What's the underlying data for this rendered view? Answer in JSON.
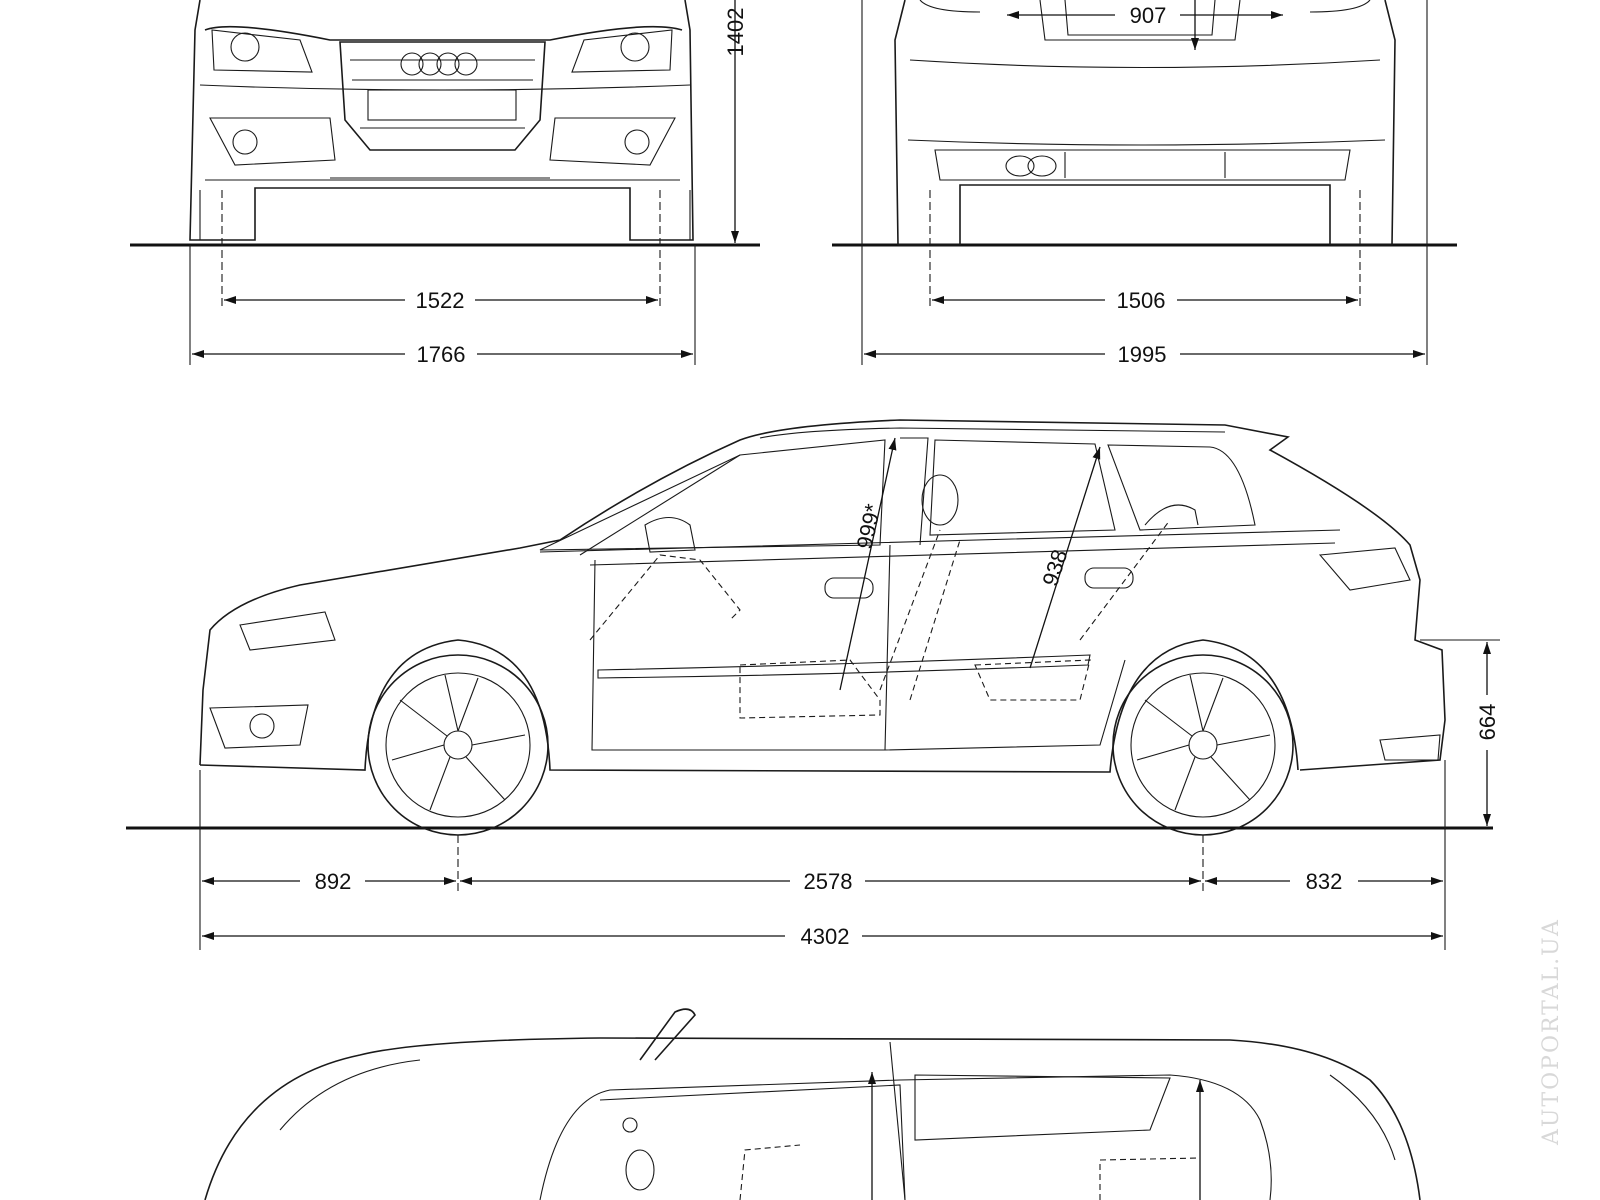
{
  "drawing": {
    "front_view": {
      "height": "1402",
      "front_track": "1522",
      "width": "1766"
    },
    "rear_view": {
      "rear_window_width": "907",
      "rear_track": "1506",
      "width_with_mirrors": "1995"
    },
    "side_view": {
      "front_headroom": "999*",
      "rear_headroom": "938",
      "loading_sill_height": "664",
      "front_overhang": "892",
      "wheelbase": "2578",
      "rear_overhang": "832",
      "length": "4302"
    },
    "watermark": "AUTOPORTAL.UA"
  }
}
